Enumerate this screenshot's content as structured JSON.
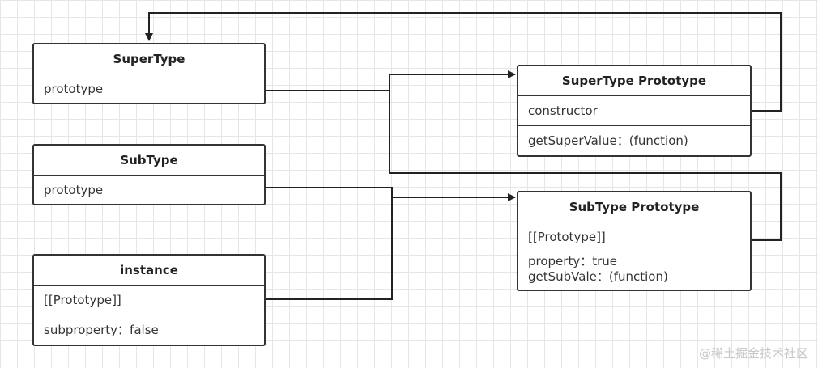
{
  "boxes": {
    "supertype": {
      "title": "SuperType",
      "rows": [
        "prototype"
      ]
    },
    "subtype": {
      "title": "SubType",
      "rows": [
        "prototype"
      ]
    },
    "instance": {
      "title": "instance",
      "rows": [
        "[[Prototype]]",
        "subproperty：false"
      ]
    },
    "supertype_prototype": {
      "title": "SuperType Prototype",
      "rows": [
        "constructor",
        "getSuperValue：(function)"
      ]
    },
    "subtype_prototype": {
      "title": "SubType Prototype",
      "rows": [
        "[[Prototype]]",
        "property：true",
        "getSubVale：(function)"
      ]
    }
  },
  "watermark": "@稀土掘金技术社区"
}
